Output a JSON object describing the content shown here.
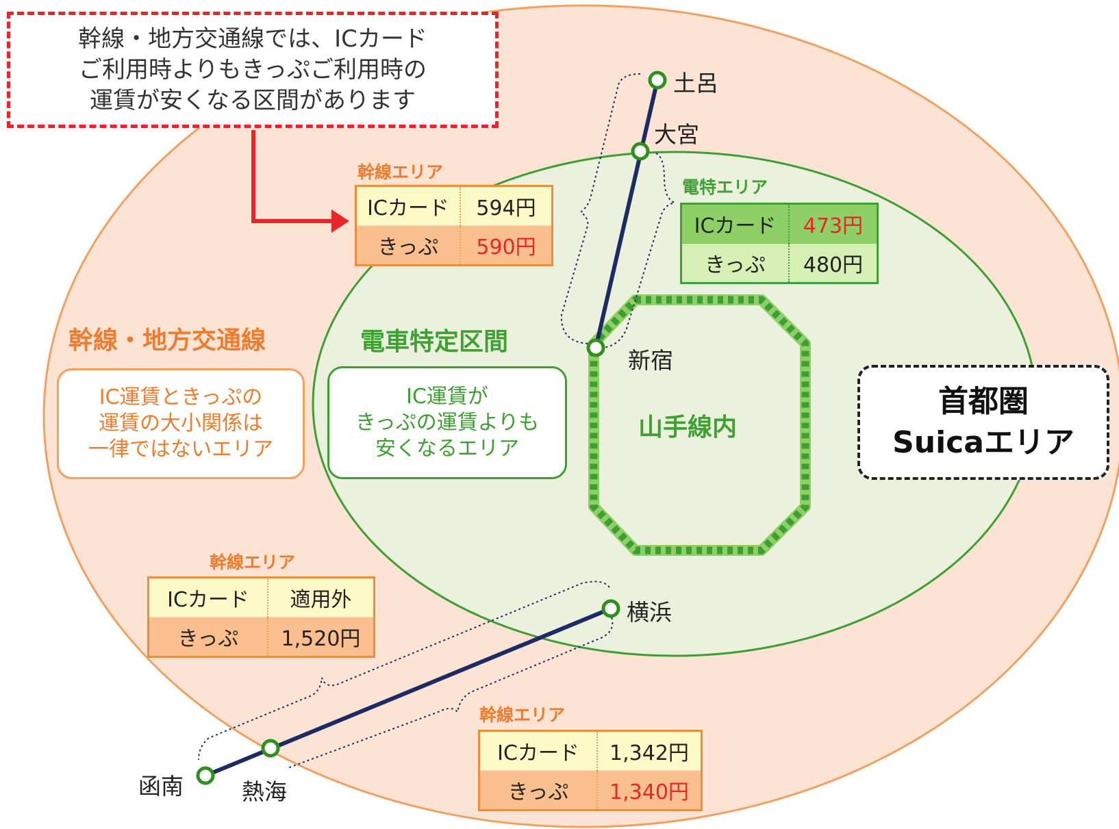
{
  "callout": {
    "text": "幹線・地方交通線では、ICカード\nご利用時よりもきっぷご利用時の\n運賃が安くなる区間があります"
  },
  "areas": {
    "outer_title": "幹線・地方交通線",
    "outer_desc": "IC運賃ときっぷの\n運賃の大小関係は\n一律ではないエリア",
    "middle_title": "電車特定区間",
    "middle_desc": "IC運賃が\nきっぷの運賃よりも\n安くなるエリア",
    "inner_title": "山手線内",
    "suica_line1": "首都圏",
    "suica_line2": "Suicaエリア"
  },
  "stations": {
    "tsuchiro": "土呂",
    "omiya": "大宮",
    "shinjuku": "新宿",
    "yokohama": "横浜",
    "kannami": "函南",
    "atami": "熱海"
  },
  "fare_tables": {
    "top_kansen": {
      "label": "幹線エリア",
      "ic_label": "ICカード",
      "ic_value": "594円",
      "kippu_label": "きっぷ",
      "kippu_value": "590円"
    },
    "dentoku": {
      "label": "電特エリア",
      "ic_label": "ICカード",
      "ic_value": "473円",
      "kippu_label": "きっぷ",
      "kippu_value": "480円"
    },
    "mid_kansen": {
      "label": "幹線エリア",
      "ic_label": "ICカード",
      "ic_value": "適用外",
      "kippu_label": "きっぷ",
      "kippu_value": "1,520円"
    },
    "bottom_kansen": {
      "label": "幹線エリア",
      "ic_label": "ICカード",
      "ic_value": "1,342円",
      "kippu_label": "きっぷ",
      "kippu_value": "1,340円"
    }
  },
  "colors": {
    "outer_fill": "#fde3d3",
    "outer_stroke": "#f0a060",
    "middle_fill": "#ebf1dd",
    "middle_stroke": "#3d9e33",
    "line_navy": "#1c2b64",
    "yamanote_dark": "#3d9e33",
    "yamanote_light": "#8ed065",
    "callout_red": "#e8262a",
    "orange_text": "#ec7c2e"
  }
}
